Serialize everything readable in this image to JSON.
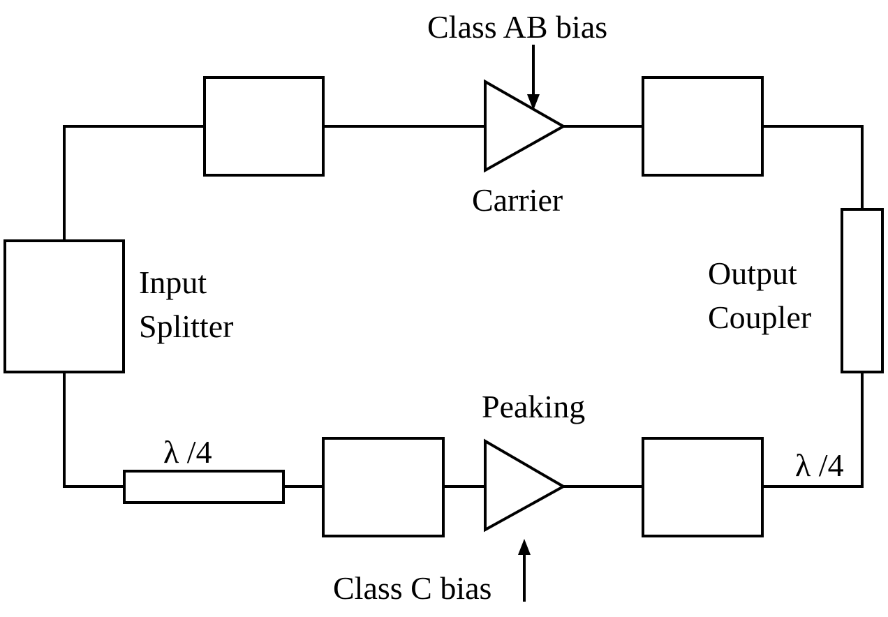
{
  "diagram": {
    "labels": {
      "class_ab_bias": "Class AB bias",
      "carrier": "Carrier",
      "input_line1": "Input",
      "input_line2": "Splitter",
      "output_line1": "Output",
      "output_line2": "Coupler",
      "peaking": "Peaking",
      "lambda_left": "λ /4",
      "lambda_right": "λ /4",
      "class_c_bias": "Class C bias"
    },
    "colors": {
      "stroke": "#000000",
      "background": "#ffffff"
    }
  }
}
